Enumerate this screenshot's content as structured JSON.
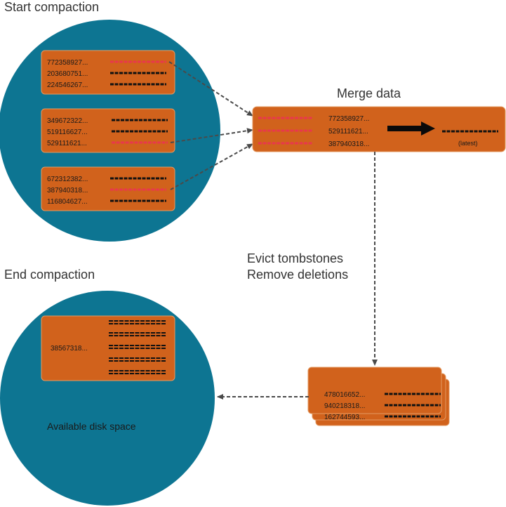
{
  "headings": {
    "start": "Start compaction",
    "merge": "Merge data",
    "evict_1": "Evict tombstones",
    "evict_2": "Remove deletions",
    "end": "End compaction"
  },
  "start_boxes": [
    {
      "rows": [
        {
          "id": "772358927...",
          "line": "red"
        },
        {
          "id": "203680751...",
          "line": "black"
        },
        {
          "id": "224546267...",
          "line": "black"
        }
      ]
    },
    {
      "rows": [
        {
          "id": "349672322...",
          "line": "black"
        },
        {
          "id": "519116627...",
          "line": "black"
        },
        {
          "id": "529111621...",
          "line": "red"
        }
      ]
    },
    {
      "rows": [
        {
          "id": "672312382...",
          "line": "black"
        },
        {
          "id": "387940318...",
          "line": "red"
        },
        {
          "id": "116804627...",
          "line": "black"
        }
      ]
    }
  ],
  "merge_box": {
    "rows": [
      "772358927...",
      "529111621...",
      "387940318..."
    ],
    "result_label": "(latest)"
  },
  "output_stack": {
    "rows": [
      "478016652...",
      "940218318...",
      "162744593..."
    ]
  },
  "end_box": {
    "id": "38567318..."
  },
  "disk_label": "Available disk space",
  "colors": {
    "circle": "#0d7592",
    "box": "#d1621c",
    "box_border": "#e39a62",
    "red_line": "#e8384c",
    "black_line": "#111111",
    "arrow": "#4a4a4a",
    "heading": "#333333"
  }
}
